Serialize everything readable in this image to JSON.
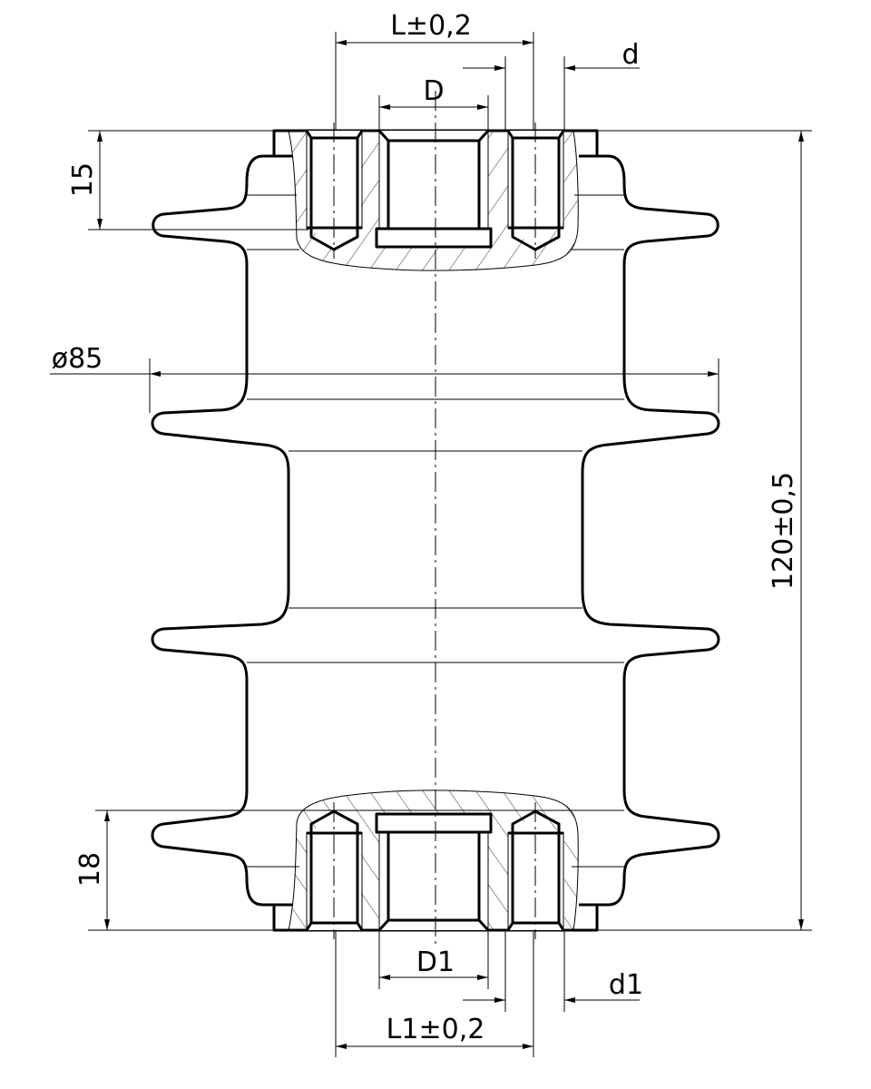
{
  "drawing": {
    "title": "Insulator technical drawing",
    "dimensions": {
      "top_pitch": "L±0,2",
      "top_bolt_diameter": "d",
      "top_bore_diameter": "D",
      "top_depth": "15",
      "fin_diameter": "ø85",
      "overall_height": "120±0,5",
      "bottom_depth": "18",
      "bottom_bore_diameter": "D1",
      "bottom_bolt_diameter": "d1",
      "bottom_pitch": "L1±0,2"
    }
  }
}
